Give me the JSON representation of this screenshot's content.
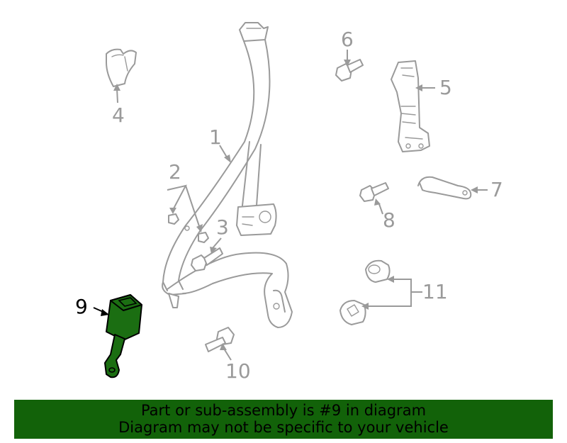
{
  "diagram": {
    "callouts": {
      "c1": "1",
      "c2": "2",
      "c3": "3",
      "c4": "4",
      "c5": "5",
      "c6": "6",
      "c7": "7",
      "c8": "8",
      "c9": "9",
      "c10": "10",
      "c11": "11"
    },
    "highlighted_part": "9",
    "colors": {
      "highlight_fill": "#1b6e12",
      "banner_bg": "#126209",
      "line_gray": "#9a9a9a"
    }
  },
  "banner": {
    "line1": "Part or sub-assembly is #9 in diagram",
    "line2": "Diagram may not be specific to your vehicle"
  }
}
